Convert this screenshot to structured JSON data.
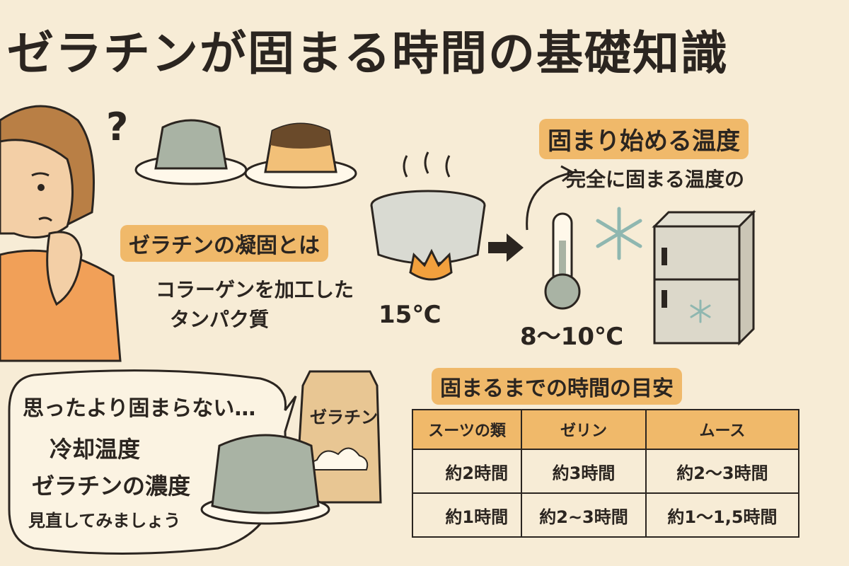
{
  "title": "ゼラチンが固まる時間の基礎知識",
  "question_mark": "?",
  "gelatin_section": {
    "heading": "ゼラチンの凝固とは",
    "desc_line1": "コラーゲンを加工した",
    "desc_line2": "タンパク質"
  },
  "temps": {
    "pot_temp": "15℃",
    "thermo_temp": "8～10℃",
    "start_label": "固まり始める温度",
    "complete_label": "完全に固まる温度の"
  },
  "time_section": {
    "heading": "固まるまでの時間の目安",
    "columns": [
      "スーツの類",
      "ゼリン",
      "ムース"
    ],
    "rows": [
      [
        "約2時間",
        "約3時間",
        "約2～3時間"
      ],
      [
        "約1時間",
        "約2~3時間",
        "約1～1,5時間"
      ]
    ]
  },
  "speech": {
    "line1": "思ったより固まらない…",
    "line2": "冷却温度",
    "line3": "ゼラチンの濃度",
    "line4": "見直してみましょう"
  },
  "package_label": "ゼラチン",
  "colors": {
    "background": "#f7ecd6",
    "highlight": "#f0b96a",
    "jelly": "#a9b3a4",
    "outline": "#2b2520"
  }
}
